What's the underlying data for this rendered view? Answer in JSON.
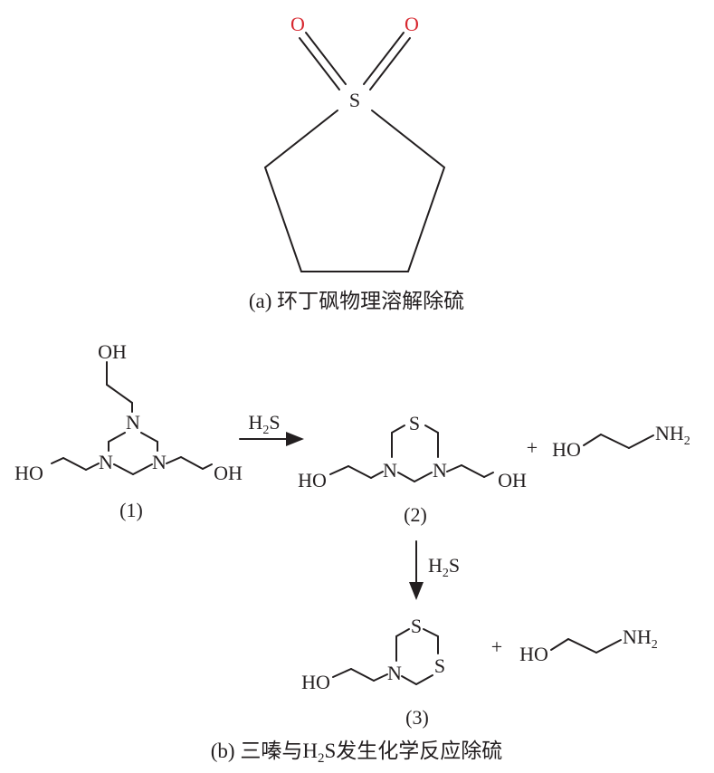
{
  "panel_a": {
    "atom_o_left": "O",
    "atom_o_right": "O",
    "atom_s": "S",
    "caption": "(a) 环丁砜物理溶解除硫",
    "colors": {
      "oxygen": "#d7262e",
      "ink": "#231f20"
    }
  },
  "panel_b": {
    "mol1": {
      "oh_top": "OH",
      "oh_left": "HO",
      "oh_right": "OH",
      "n_top": "N",
      "n_left": "N",
      "n_right": "N",
      "label": "(1)"
    },
    "arrow1": {
      "reagent": "H2S"
    },
    "mol2": {
      "s_top": "S",
      "n_left": "N",
      "n_right": "N",
      "oh_left": "HO",
      "oh_right": "OH",
      "label": "(2)"
    },
    "byproduct1": {
      "plus": "+",
      "ho": "HO",
      "nh2": "NH2"
    },
    "arrow2": {
      "reagent": "H2S"
    },
    "mol3": {
      "s_top": "S",
      "s_right": "S",
      "n_left": "N",
      "oh_left": "HO",
      "label": "(3)"
    },
    "byproduct2": {
      "plus": "+",
      "ho": "HO",
      "nh2": "NH2"
    },
    "caption": "(b) 三嗪与H2S发生化学反应除硫"
  }
}
